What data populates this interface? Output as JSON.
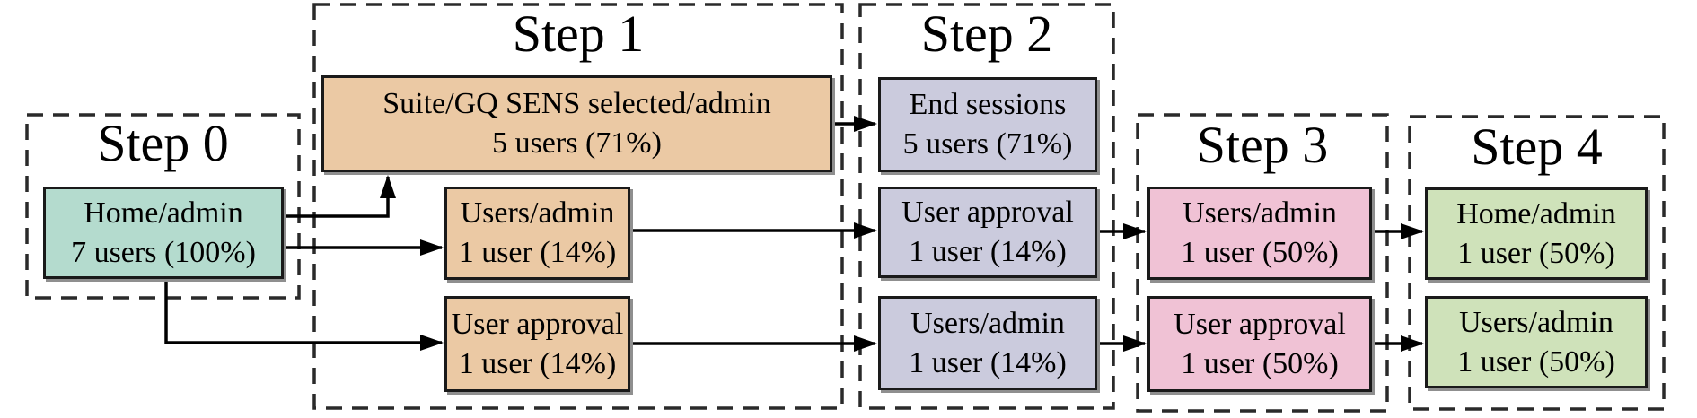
{
  "palette": {
    "background": "#ffffff",
    "step0_node_fill": "#b4dbce",
    "step1_node_fill": "#ebc9a4",
    "step2_node_fill": "#cbcbdd",
    "step3_node_fill": "#f0c2d5",
    "step4_node_fill": "#cfe2ba",
    "node_border": "#1a1a1a",
    "dashed_container_border": "#2a2a2a",
    "arrow_color": "#000000",
    "text_color": "#000000"
  },
  "steps": [
    {
      "label": "Step 0",
      "nodes": [
        {
          "name": "Home/admin",
          "count": "7 users (100%)"
        }
      ]
    },
    {
      "label": "Step 1",
      "nodes": [
        {
          "name": "Suite/GQ SENS selected/admin",
          "count": "5 users (71%)"
        },
        {
          "name": "Users/admin",
          "count": "1 user (14%)"
        },
        {
          "name": "User approval",
          "count": "1 user (14%)"
        }
      ]
    },
    {
      "label": "Step 2",
      "nodes": [
        {
          "name": "End sessions",
          "count": "5 users (71%)"
        },
        {
          "name": "User approval",
          "count": "1 user (14%)"
        },
        {
          "name": "Users/admin",
          "count": "1 user (14%)"
        }
      ]
    },
    {
      "label": "Step 3",
      "nodes": [
        {
          "name": "Users/admin",
          "count": "1 user (50%)"
        },
        {
          "name": "User approval",
          "count": "1 user (50%)"
        }
      ]
    },
    {
      "label": "Step 4",
      "nodes": [
        {
          "name": "Home/admin",
          "count": "1 user (50%)"
        },
        {
          "name": "Users/admin",
          "count": "1 user (50%)"
        }
      ]
    }
  ],
  "edges": [
    {
      "from": "Step 0 Home/admin",
      "to": "Step 1 Suite/GQ SENS selected/admin"
    },
    {
      "from": "Step 0 Home/admin",
      "to": "Step 1 Users/admin"
    },
    {
      "from": "Step 0 Home/admin",
      "to": "Step 1 User approval"
    },
    {
      "from": "Step 1 Suite/GQ SENS selected/admin",
      "to": "Step 2 End sessions"
    },
    {
      "from": "Step 1 Users/admin",
      "to": "Step 2 User approval"
    },
    {
      "from": "Step 1 User approval",
      "to": "Step 2 Users/admin"
    },
    {
      "from": "Step 2 User approval",
      "to": "Step 3 Users/admin"
    },
    {
      "from": "Step 2 Users/admin",
      "to": "Step 3 User approval"
    },
    {
      "from": "Step 3 Users/admin",
      "to": "Step 4 Home/admin"
    },
    {
      "from": "Step 3 User approval",
      "to": "Step 4 Users/admin"
    }
  ]
}
